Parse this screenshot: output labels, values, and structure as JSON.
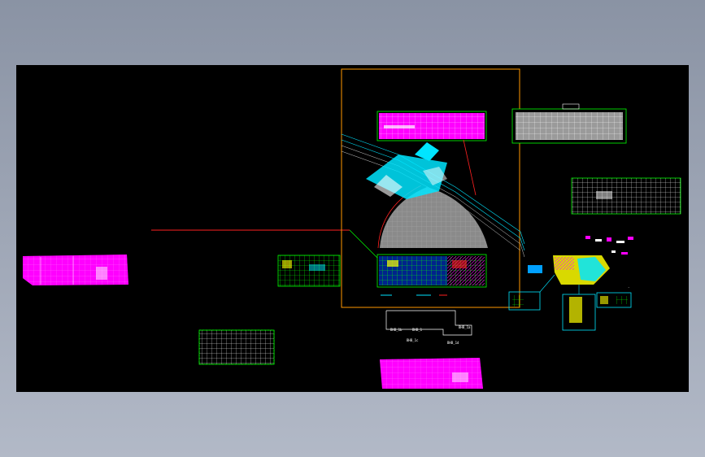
{
  "viewer": {
    "background_top": "#8a93a4",
    "background_bottom": "#b2b9c7",
    "canvas_color": "#000000"
  },
  "drawing": {
    "sheet_frame_color": "#ff9900",
    "leader_color": "#ff2020",
    "colors": {
      "magenta": "#ff00ff",
      "cyan": "#00e5ff",
      "green": "#00ff00",
      "grey": "#8a8a8a",
      "yellow": "#ffff00",
      "blue": "#0040ff",
      "white": "#ffffff"
    },
    "labels": {
      "label_a": "BHB_1b",
      "label_b": "BHB_1",
      "label_c": "BHB_1a",
      "label_d": "BHB_1c",
      "label_e": "BHB_1d"
    }
  }
}
